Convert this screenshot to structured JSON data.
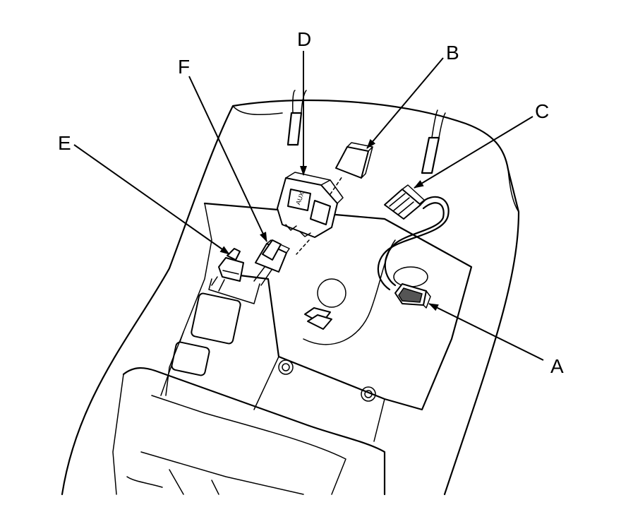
{
  "callouts": {
    "a": "A",
    "b": "B",
    "c": "C",
    "d": "D",
    "e": "E",
    "f": "F"
  },
  "switch_marking": "AUX"
}
